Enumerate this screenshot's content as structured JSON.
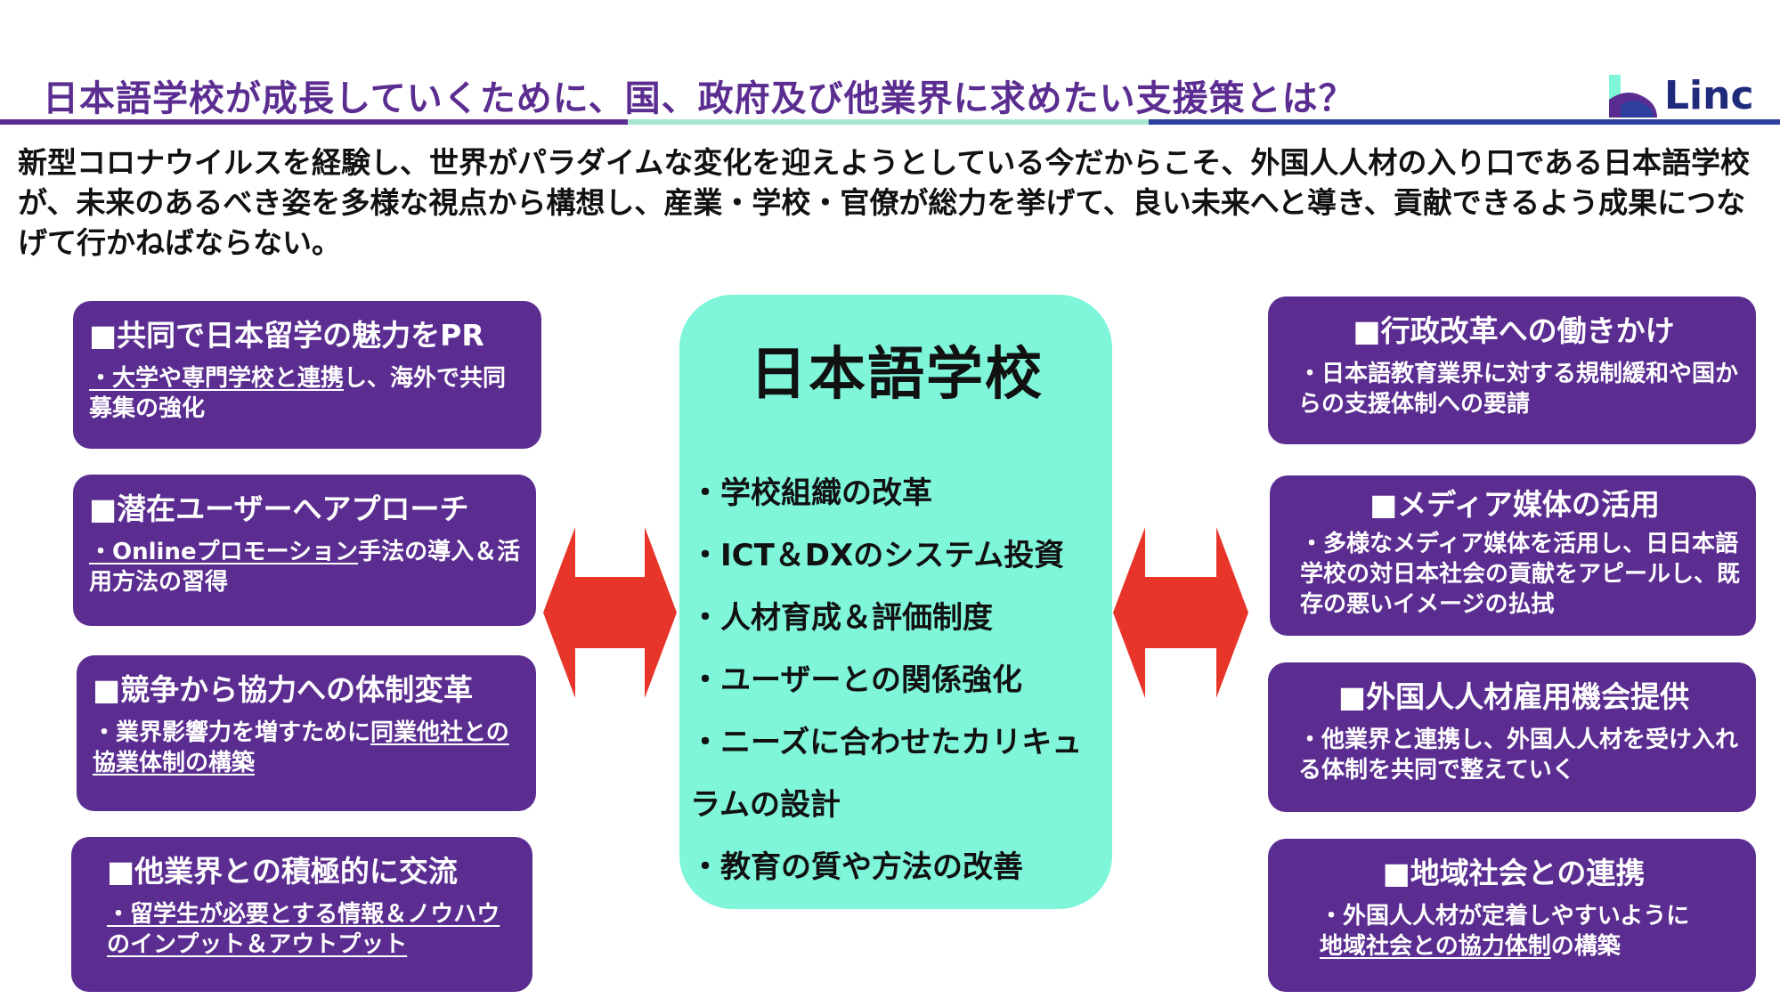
{
  "header": {
    "title": "日本語学校が成長していくために、国、政府及び他業界に求めたい支援策とは？",
    "logo_text": "Linc"
  },
  "intro": "新型コロナウイルスを経験し、世界がパラダイムな変化を迎えようとしている今だからこそ、外国人人材の入り口である日本語学校が、未来のあるべき姿を多様な視点から構想し、産業・学校・官僚が総力を挙げて、良い未来へと導き、貢献できるよう成果につなげて行かねばならない。",
  "center": {
    "title": "日本語学校",
    "items": [
      "・学校組織の改革",
      "・ICT＆DXのシステム投資",
      "・人材育成＆評価制度",
      "・ユーザーとの関係強化",
      "・ニーズに合わせたカリキュラムの設計",
      "・教育の質や方法の改善"
    ]
  },
  "left_boxes": [
    {
      "title": "■共同で日本留学の魅力をPR",
      "body_u": "・大学や専門学校と連携",
      "body_rest": "し、海外で共同募集の強化"
    },
    {
      "title": "■潜在ユーザーへアプローチ",
      "body_u": "・Onlineプロモーション",
      "body_rest": "手法の導入＆活用方法の習得"
    },
    {
      "title": "■競争から協力への体制変革",
      "body_pre": "・業界影響力を増すために",
      "body_u": "同業他社との協業体制の構築",
      "body_rest": ""
    },
    {
      "title": "■他業界との積極的に交流",
      "body_u": "・留学生が必要とする情報＆ノウハウのインプット＆アウトプット",
      "body_rest": ""
    }
  ],
  "right_boxes": [
    {
      "title": "■行政改革への働きかけ",
      "body": "・日本語教育業界に対する規制緩和や国からの支援体制への要請"
    },
    {
      "title": "■メディア媒体の活用",
      "body": "・多様なメディア媒体を活用し、日日本語学校の対日本社会の貢献をアピールし、既存の悪いイメージの払拭"
    },
    {
      "title": "■外国人人材雇用機会提供",
      "body": "・他業界と連携し、外国人人材を受け入れる体制を共同で整えていく"
    },
    {
      "title": "■地域社会との連携",
      "body_pre": "・外国人人材が定着しやすいように",
      "body_u": "地域社会との協力体制",
      "body_rest": "の構築"
    }
  ],
  "colors": {
    "box_purple": "#5b2d91",
    "center_mint": "#7ff5d9",
    "arrow_red": "#e8352a",
    "logo_navy": "#1f2a7a"
  }
}
